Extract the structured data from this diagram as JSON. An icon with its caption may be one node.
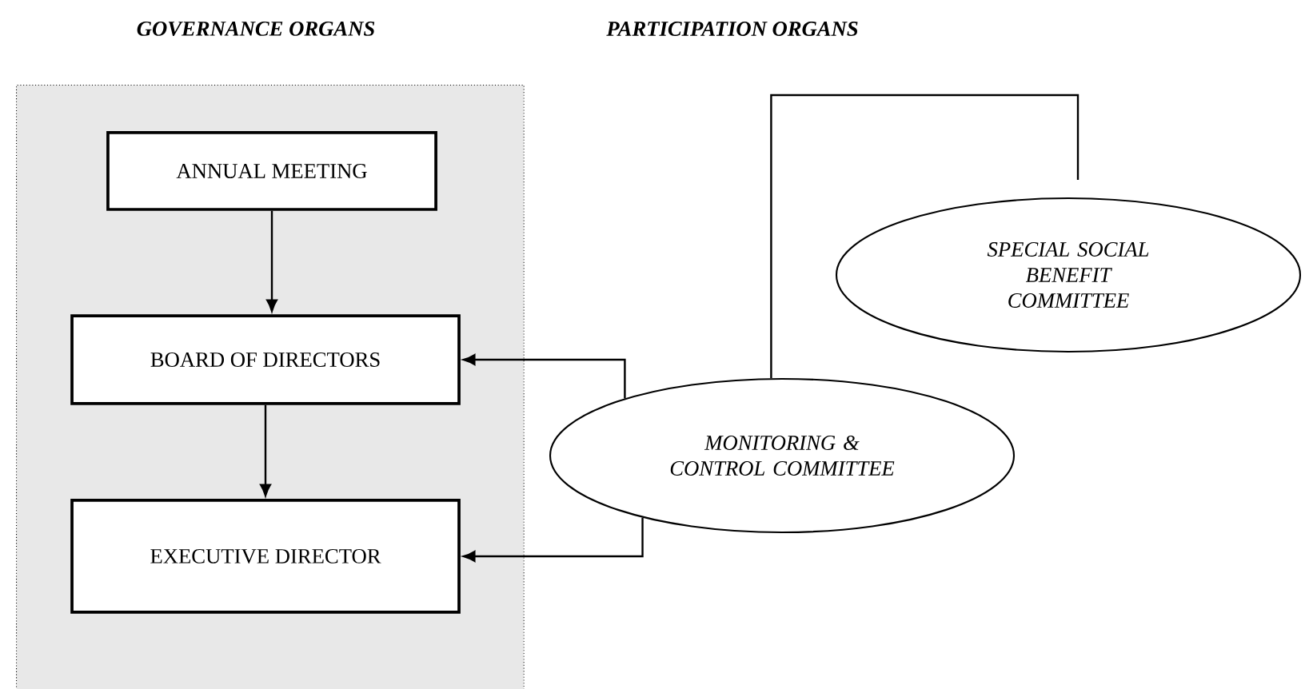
{
  "diagram": {
    "nodes": [
      {
        "text": [
          "GOVERNANCE ORGANS"
        ]
      },
      {
        "text": [
          "ANNUAL MEETING"
        ],
        "in": 0
      },
      {
        "text": [
          "BOARD OF DIRECTORS"
        ],
        "in": 0
      },
      {
        "text": [
          "EXECUTIVE DIRECTOR"
        ],
        "in": 0
      },
      {
        "text": [
          "SPECIAL SOCIAL BENEFIT COMMITTEE"
        ]
      },
      {
        "text": [
          "MONITORING & CONTROL COMMITTEE"
        ]
      }
    ],
    "edges": [
      {
        "from": 1,
        "to": 2,
        "arrow": "to"
      },
      {
        "from": 2,
        "to": 3,
        "arrow": "to"
      },
      {
        "from": 5,
        "to": 2,
        "arrow": "to"
      },
      {
        "from": 5,
        "to": 3,
        "arrow": "to"
      },
      {
        "from": 5,
        "to": 4,
        "arrow": "none"
      }
    ],
    "labels": [
      "PARTICIPATION ORGANS"
    ]
  }
}
